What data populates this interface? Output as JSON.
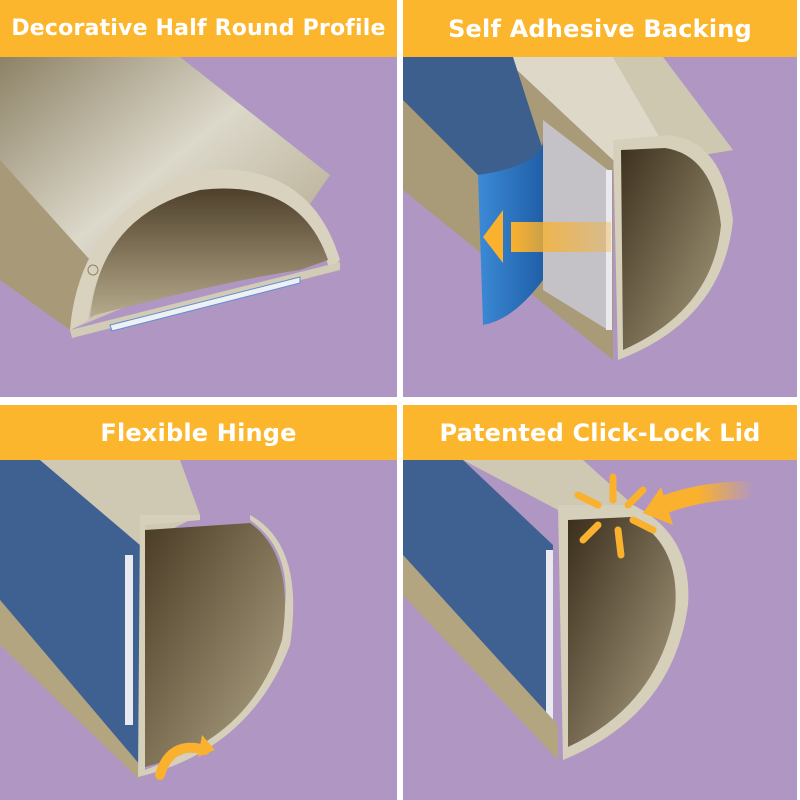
{
  "panels": [
    {
      "title": "Decorative Half Round Profile",
      "illustration": "half-round-raceway-profile"
    },
    {
      "title": "Self Adhesive Backing",
      "illustration": "adhesive-liner-peel",
      "arrow": "peel-arrow-left"
    },
    {
      "title": "Flexible Hinge",
      "illustration": "raceway-open-hinge",
      "arrow": "curved-hinge-arrow"
    },
    {
      "title": "Patented Click-Lock Lid",
      "illustration": "raceway-click-lock",
      "arrow": "push-arrow-left",
      "burst": "click-burst"
    }
  ],
  "colors": {
    "header": "#fbb62d",
    "background": "#b097c3",
    "raceway": "#cdc6b0",
    "raceway_shadow": "#8f8463",
    "adhesive_blue": "#3d6191",
    "liner_blue": "#2f7fcb",
    "arrow": "#f9b12e"
  }
}
